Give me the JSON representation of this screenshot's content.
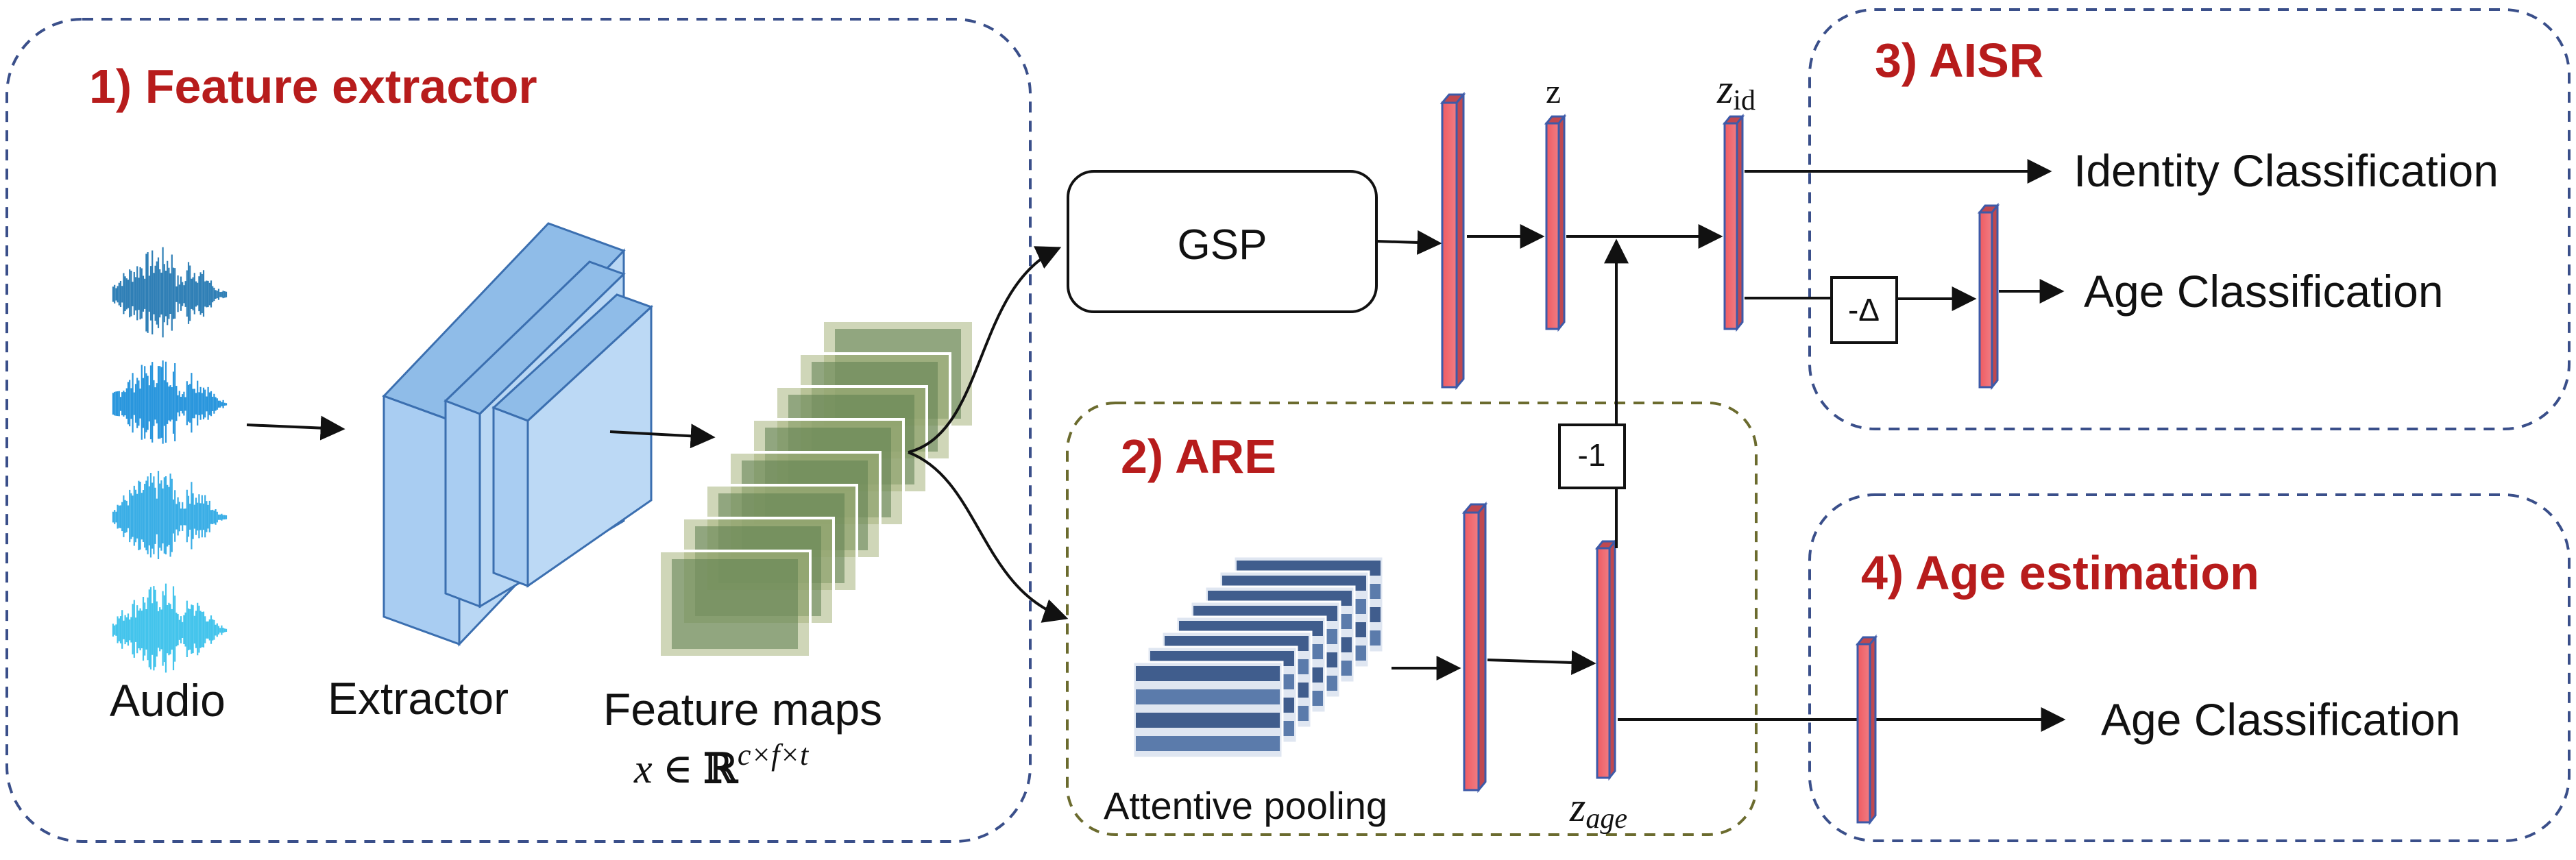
{
  "sections": {
    "feature_extractor": "1) Feature extractor",
    "are": "2) ARE",
    "aisr": "3) AISR",
    "age_estimation": "4) Age estimation"
  },
  "labels": {
    "audio": "Audio",
    "extractor": "Extractor",
    "feature_maps": "Feature maps",
    "feature_maps_formula": "x ∈ ℝ^{c×f×t}",
    "gsp": "GSP",
    "attentive_pooling": "Attentive pooling",
    "z": "z",
    "z_id": "z_id",
    "z_age": "z_age",
    "minus_one": "-1",
    "minus_delta": "-Δ",
    "identity_classification": "Identity Classification",
    "age_classification_aisr": "Age Classification",
    "age_classification_est": "Age Classification"
  },
  "colors": {
    "section_title": "#b71c1c",
    "dashed_blue": "#3a4f8a",
    "dashed_olive": "#6b6b2e",
    "embedding_bar": "#ef5b62",
    "embedding_edge": "#3d5aa8",
    "extractor_block": "#a9cdf2",
    "feature_map": "#6f8f5c",
    "pool_map": "#3b5a8c",
    "waveform": [
      "#2f7fb6",
      "#2996dd",
      "#3aaee6",
      "#43c4ec"
    ]
  }
}
